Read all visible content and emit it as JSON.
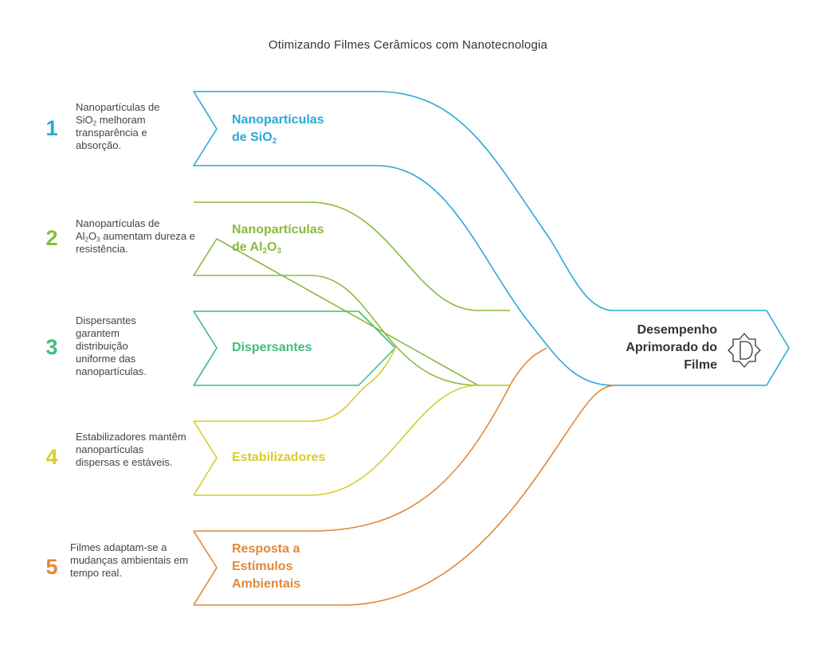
{
  "title": "Otimizando Filmes Cerâmicos com Nanotecnologia",
  "colors": {
    "blue": "#2aa9d6",
    "lightgreen": "#8bba3c",
    "green": "#3cbf7c",
    "yellow": "#d7cd2c",
    "orange": "#e0893a",
    "dark": "#333333"
  },
  "steps": [
    {
      "number": "1",
      "label_pre": "Nanopartículas",
      "label_mid": "de SiO",
      "label_sub": "2",
      "label_post": "",
      "desc_pre": "Nanopartículas de",
      "desc_mid": "SiO",
      "desc_sub": "2",
      "desc_post": " melhoram transparência e absorção."
    },
    {
      "number": "2",
      "label_pre": "Nanopartículas",
      "label_mid": "de Al",
      "label_sub": "2",
      "label_mid2": "O",
      "label_sub2": "3",
      "desc_pre": "Nanopartículas de",
      "desc_mid": "Al",
      "desc_sub": "2",
      "desc_mid2": "O",
      "desc_sub2": "3",
      "desc_post": " aumentam dureza e resistência."
    },
    {
      "number": "3",
      "label": "Dispersantes",
      "desc": "Dispersantes garantem distribuição uniforme das nanopartículas."
    },
    {
      "number": "4",
      "label": "Estabilizadores",
      "desc": "Estabilizadores mantêm nanopartículas dispersas e estáveis."
    },
    {
      "number": "5",
      "label": "Resposta a Estímulos Ambientais",
      "desc": "Filmes adaptam-se a mudanças ambientais em tempo real."
    }
  ],
  "target": {
    "label": "Desempenho Aprimorado do Filme",
    "icon": "diamond-d-icon"
  }
}
